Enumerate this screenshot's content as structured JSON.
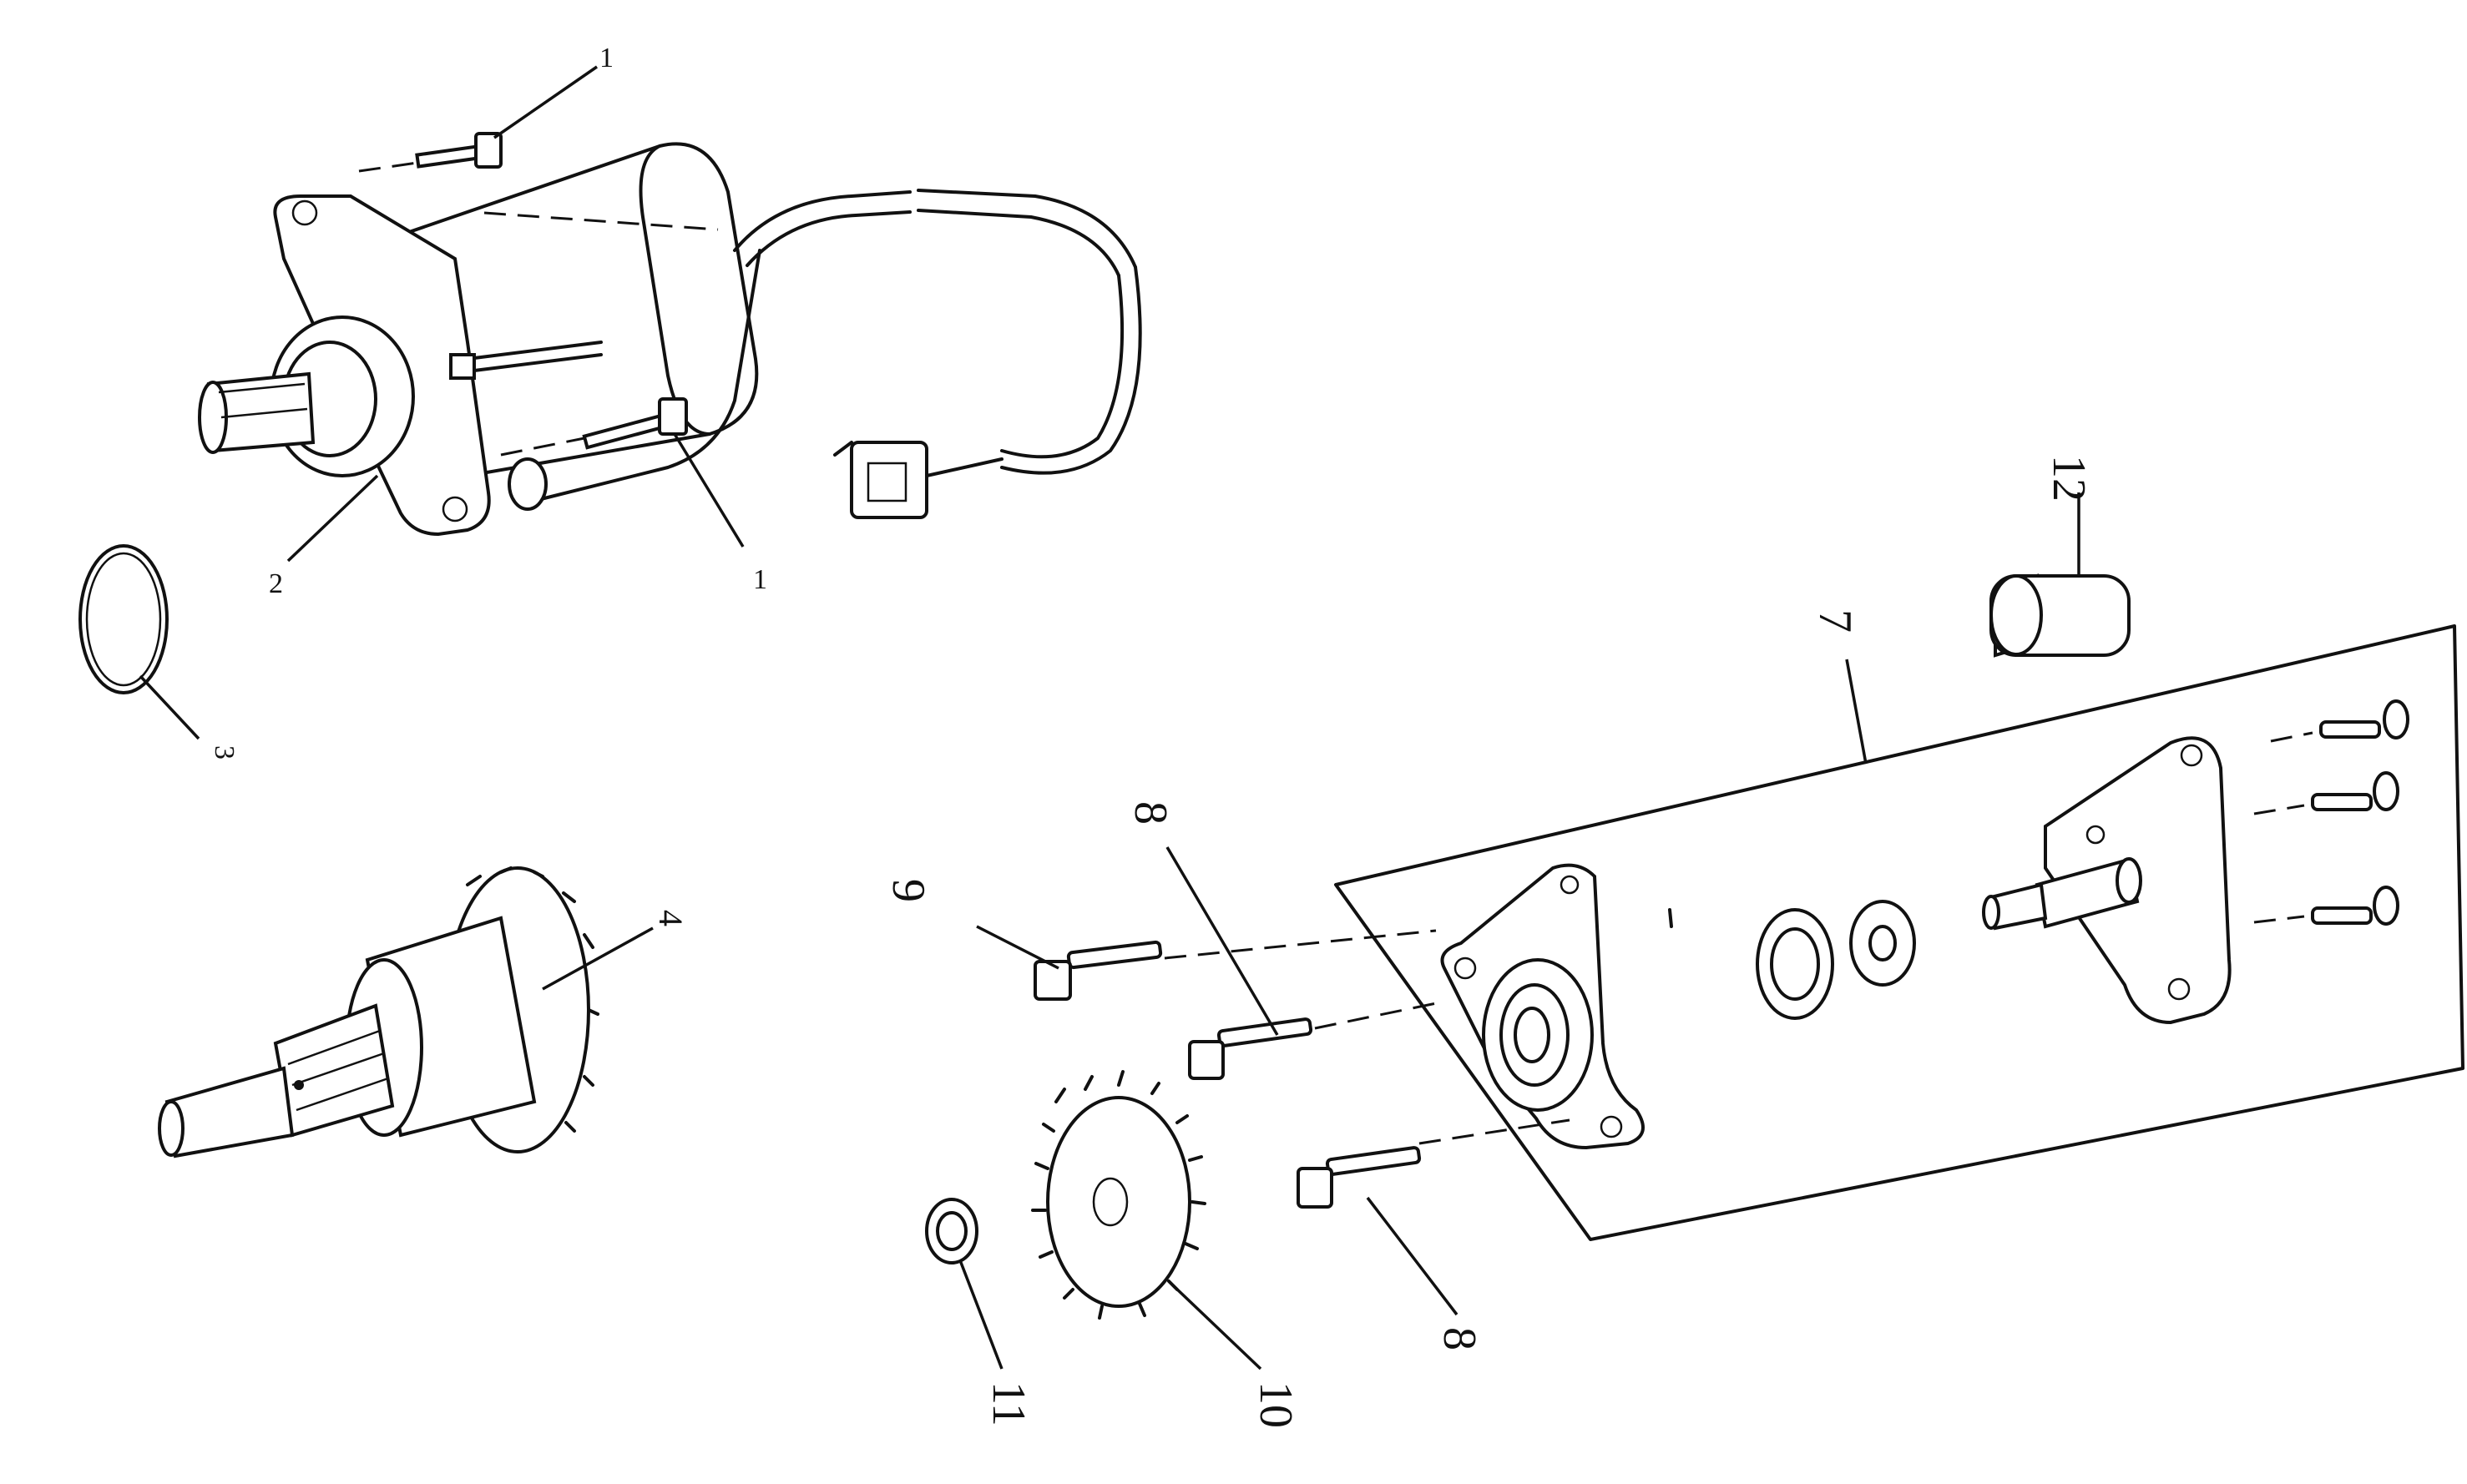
{
  "callouts": [
    {
      "id": "c1a",
      "label": "1"
    },
    {
      "id": "c1b",
      "label": "1"
    },
    {
      "id": "c2",
      "label": "2"
    },
    {
      "id": "c3",
      "label": "3"
    },
    {
      "id": "c4",
      "label": "4"
    },
    {
      "id": "c7",
      "label": "7"
    },
    {
      "id": "c8a",
      "label": "8"
    },
    {
      "id": "c8b",
      "label": "8"
    },
    {
      "id": "c9",
      "label": "9"
    },
    {
      "id": "c10",
      "label": "10"
    },
    {
      "id": "c11",
      "label": "11"
    },
    {
      "id": "c12",
      "label": "12"
    }
  ]
}
